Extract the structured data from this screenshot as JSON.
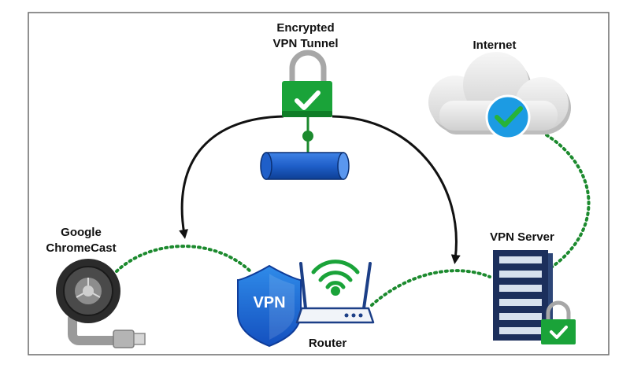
{
  "labels": {
    "tunnel_line1": "Encrypted",
    "tunnel_line2": "VPN Tunnel",
    "internet": "Internet",
    "chromecast_line1": "Google",
    "chromecast_line2": "ChromeCast",
    "vpn_server": "VPN Server",
    "router": "Router",
    "vpn_badge": "VPN"
  },
  "colors": {
    "frame": "#6b6b6b",
    "lock_green": "#1aa339",
    "lock_green_dark": "#0f7d27",
    "shackle": "#a7a7a7",
    "tube_blue": "#1f5fc9",
    "tube_blue_dark": "#0e3f95",
    "dotted_green": "#1c8a2e",
    "arrow": "#111111",
    "cloud": "#e8e8e8",
    "cloud_shadow": "#bdbdbd",
    "check_blue": "#1c9be3",
    "check_green": "#27b33a",
    "server_navy": "#1c2f5c",
    "server_slot": "#d7e1ee",
    "shield_blue": "#1e63d6",
    "shield_light": "#2f8be9",
    "router_white": "#f1f4f9",
    "router_outline": "#1c3f87"
  },
  "icons": {
    "tunnel": "padlock-icon",
    "tunnel_tube": "pipe-icon",
    "internet": "cloud-check-icon",
    "chromecast": "chromecast-icon",
    "server": "server-rack-icon",
    "server_lock": "padlock-icon",
    "vpn": "shield-icon",
    "router": "wifi-router-icon"
  }
}
